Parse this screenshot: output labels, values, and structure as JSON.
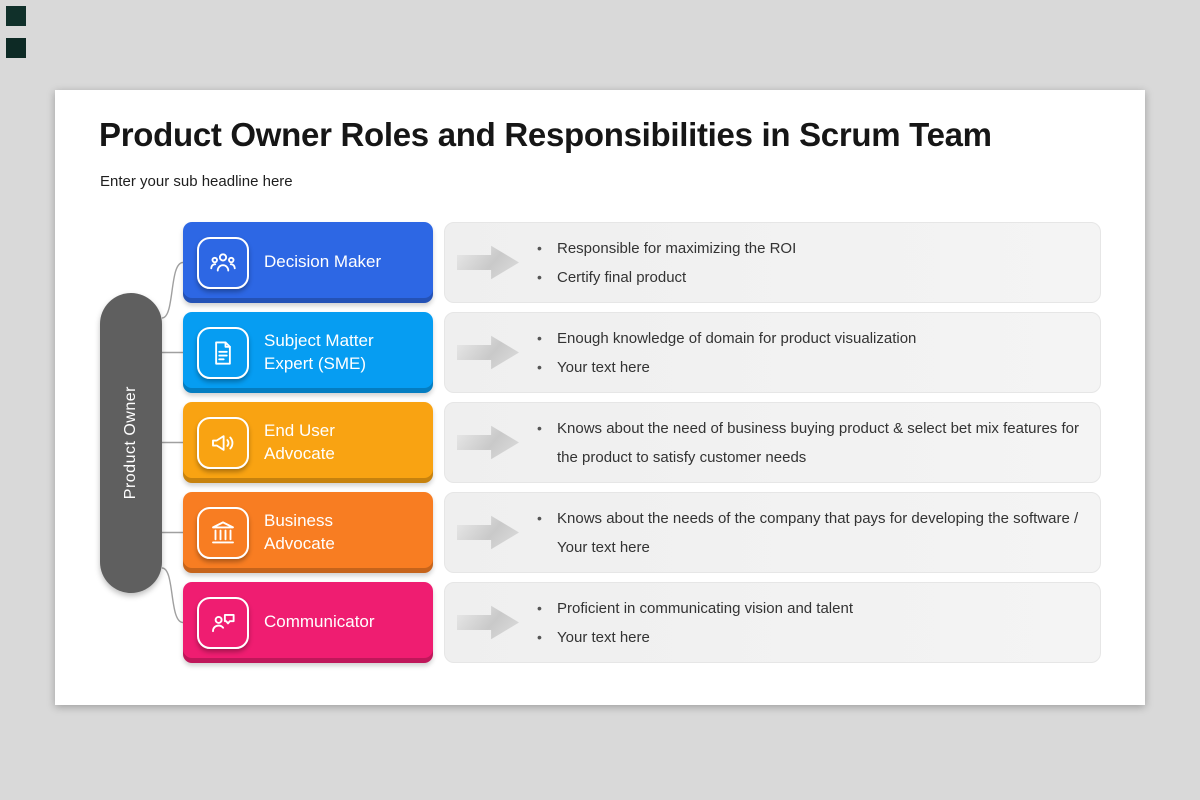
{
  "decor": {
    "corner_squares": [
      "#10302a",
      "#0d2a25"
    ]
  },
  "slide": {
    "title": "Product Owner Roles and Responsibilities in Scrum Team",
    "subtitle": "Enter your sub headline here"
  },
  "pill": {
    "label": "Product Owner",
    "color": "#5f5f5f"
  },
  "rows": [
    {
      "label": "Decision Maker",
      "color": "#2d67e4",
      "icon": "decision-maker-icon",
      "bullets": [
        "Responsible for maximizing the ROI",
        "Certify final product"
      ]
    },
    {
      "label": "Subject Matter Expert (SME)",
      "color": "#069df2",
      "icon": "subject-matter-expert-icon",
      "bullets": [
        "Enough knowledge of domain for product visualization",
        "Your text here"
      ]
    },
    {
      "label": "End User Advocate",
      "color": "#f9a312",
      "icon": "end-user-advocate-icon",
      "bullets": [
        "Knows about the need of business buying product & select bet mix features for the product to satisfy customer needs"
      ]
    },
    {
      "label": "Business Advocate",
      "color": "#f87d22",
      "icon": "business-advocate-icon",
      "bullets": [
        "Knows about the needs of the company that pays for developing the software / Your text here"
      ]
    },
    {
      "label": "Communicator",
      "color": "#ef1d71",
      "icon": "communicator-icon",
      "bullets": [
        "Proficient in communicating vision and talent",
        "Your text here"
      ]
    }
  ]
}
